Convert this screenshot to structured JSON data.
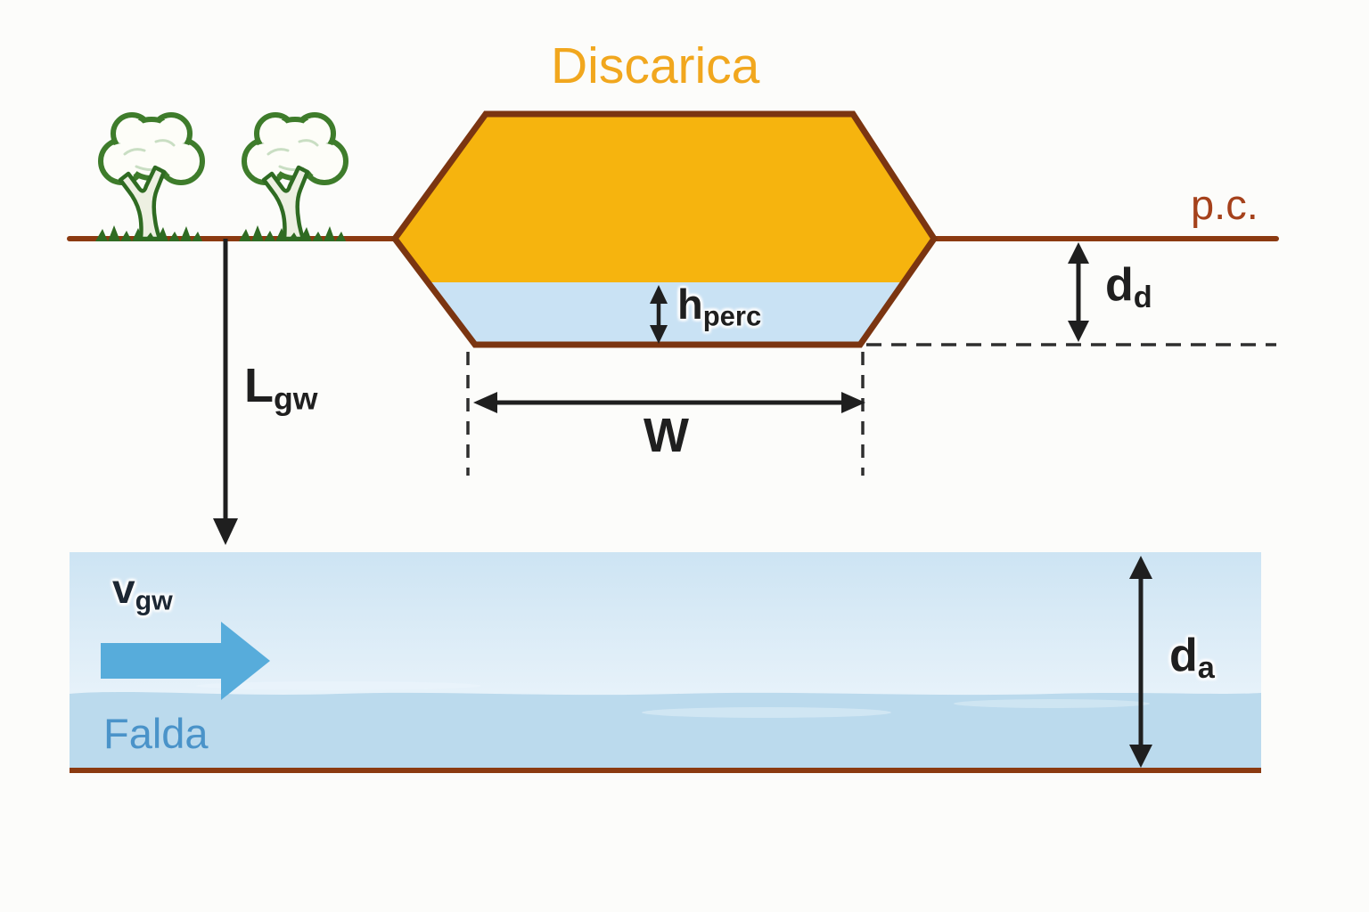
{
  "diagram": {
    "title": "Discarica",
    "ground_surface_label": "p.c.",
    "aquifer_label": "Falda",
    "dimensions": {
      "landfill_width": {
        "main": "W",
        "sub": ""
      },
      "leachate_head": {
        "main": "h",
        "sub": "perc"
      },
      "depth_to_aquifer": {
        "main": "L",
        "sub": "gw"
      },
      "landfill_depth_below_ground": {
        "main": "d",
        "sub": "d"
      },
      "aquifer_thickness": {
        "main": "d",
        "sub": "a"
      },
      "groundwater_velocity": {
        "main": "v",
        "sub": "gw"
      }
    }
  },
  "colors": {
    "background": "#FCFCFA",
    "title_text": "#F1A71E",
    "pc_text": "#A5411B",
    "ground_line": "#8B3A10",
    "landfill_border": "#7B3511",
    "landfill_fill": "#F6B40E",
    "leachate_fill": "#C9E2F4",
    "dimension_black": "#1F1F1F",
    "dash_gray": "#2E2E2E",
    "aquifer_top": "#CDE4F3",
    "aquifer_light": "#E7F2FA",
    "aquifer_lower": "#BBDAED",
    "water_streak": "#EAF4FB",
    "flow_arrow_blue": "#57ACDB",
    "vgw_text": "#1C2733",
    "falda_text": "#4A93C9",
    "tree_outline": "#3E7C2B",
    "tree_dark_green": "#2F6B22",
    "tree_canopy_fill": "#FDFDF8",
    "tree_trunk_fill": "#EDF0E2",
    "canopy_sketch": "#C9DEC3"
  }
}
